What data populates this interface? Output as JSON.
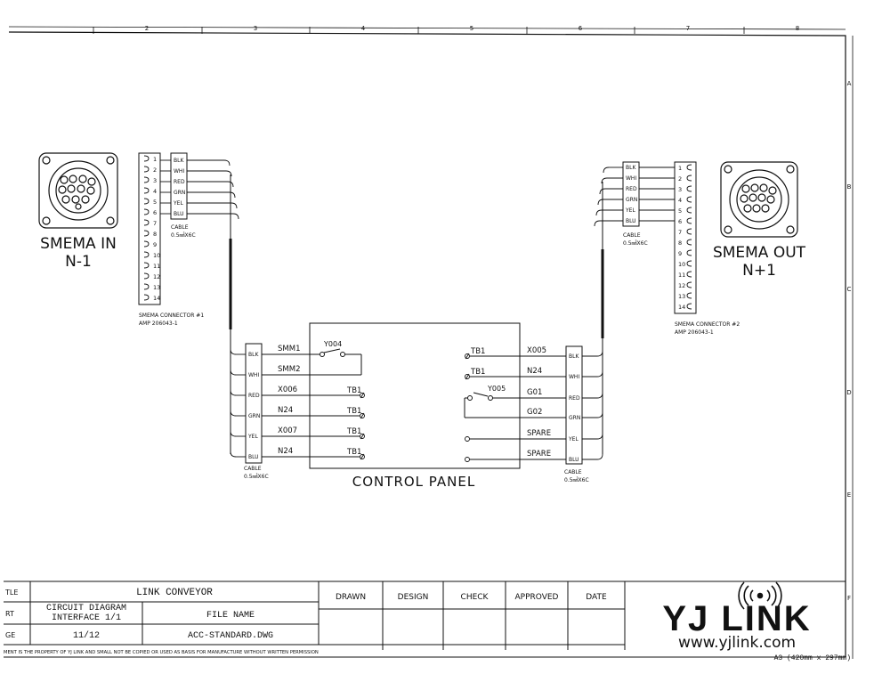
{
  "border": {
    "columns": [
      "2",
      "3",
      "4",
      "5",
      "6",
      "7",
      "8"
    ],
    "rows": [
      "A",
      "B",
      "C",
      "D",
      "E",
      "F"
    ]
  },
  "smema_in": {
    "title_line1": "SMEMA IN",
    "title_line2": "N-1",
    "pins": [
      "1",
      "2",
      "3",
      "4",
      "5",
      "6",
      "7",
      "8",
      "9",
      "10",
      "11",
      "12",
      "13",
      "14"
    ],
    "wires": [
      "BLK",
      "WHI",
      "RED",
      "GRN",
      "YEL",
      "BLU"
    ],
    "cable_label": "CABLE",
    "cable_spec": "0.5㎟X6C",
    "connector_label": "SMEMA CONNECTOR #1",
    "connector_part": "AMP 206043-1"
  },
  "smema_out": {
    "title_line1": "SMEMA OUT",
    "title_line2": "N+1",
    "pins": [
      "1",
      "2",
      "3",
      "4",
      "5",
      "6",
      "7",
      "8",
      "9",
      "10",
      "11",
      "12",
      "13",
      "14"
    ],
    "wires": [
      "BLK",
      "WHI",
      "RED",
      "GRN",
      "YEL",
      "BLU"
    ],
    "cable_label": "CABLE",
    "cable_spec": "0.5㎟X6C",
    "connector_label": "SMEMA CONNECTOR #2",
    "connector_part": "AMP 206043-1"
  },
  "control_panel": {
    "title": "CONTROL PANEL",
    "left_wires": [
      "BLK",
      "WHI",
      "RED",
      "GRN",
      "YEL",
      "BLU"
    ],
    "left_signals": [
      "SMM1",
      "SMM2",
      "X006",
      "N24",
      "X007",
      "N24"
    ],
    "left_relay": "Y004",
    "left_terminals": [
      "TB1",
      "TB1",
      "TB1",
      "TB1"
    ],
    "left_cable_label": "CABLE",
    "left_cable_spec": "0.5㎟X6C",
    "right_wires": [
      "BLK",
      "WHI",
      "RED",
      "GRN",
      "YEL",
      "BLU"
    ],
    "right_signals": [
      "X005",
      "N24",
      "G01",
      "G02",
      "SPARE",
      "SPARE"
    ],
    "right_relay": "Y005",
    "right_terminals": [
      "TB1",
      "TB1"
    ],
    "right_cable_label": "CABLE",
    "right_cable_spec": "0.5㎟X6C"
  },
  "title_block": {
    "row_labels": [
      "TLE",
      "RT",
      "GE"
    ],
    "title": "LINK CONVEYOR",
    "part_line1": "CIRCUIT DIAGRAM",
    "part_line2": "INTERFACE 1/1",
    "file_name_label": "FILE NAME",
    "page": "11/12",
    "file_name": "ACC-STANDARD.DWG",
    "headers": [
      "DRAWN",
      "DESIGN",
      "CHECK",
      "APPROVED",
      "DATE"
    ],
    "notice": "MENT IS THE PROPERTY OF YJ LINK AND SMALL NOT BE COPIED OR USED AS BASIS FOR MANUFACTURE WITHOUT WRITTEN PERMISSION",
    "sheet_size": "A3 (420mm x 297mm)"
  },
  "logo": {
    "name": "YJ LINK",
    "url": "www.yjlink.com"
  }
}
